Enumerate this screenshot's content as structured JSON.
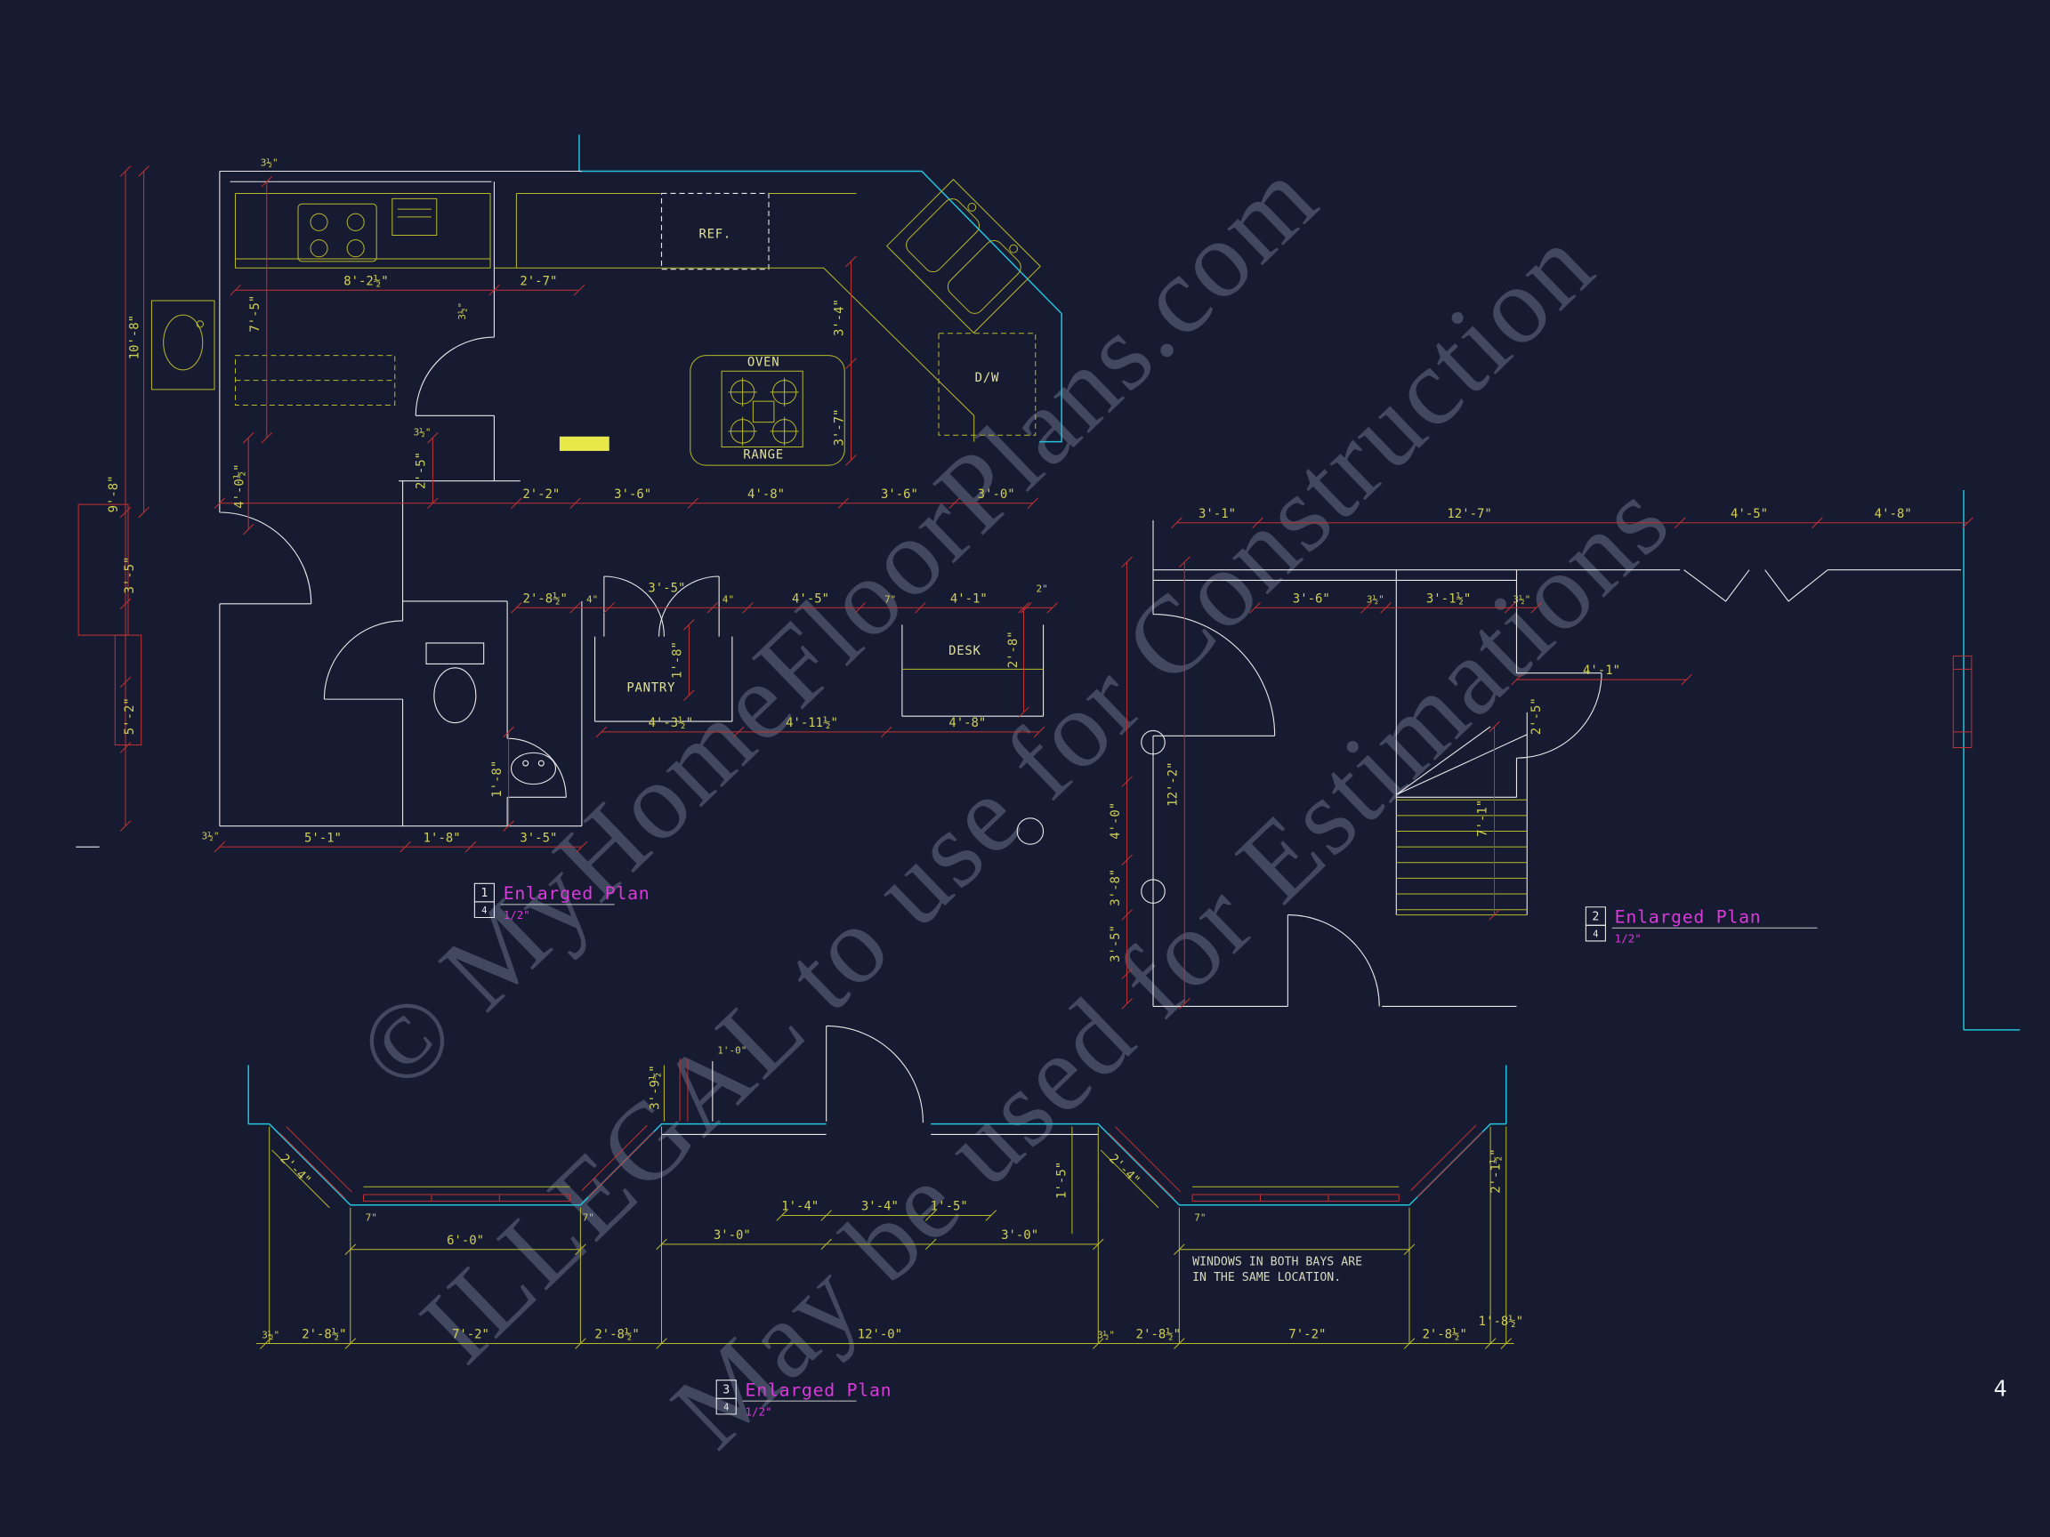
{
  "sheet": {
    "page_number": "4",
    "background": "#171b32"
  },
  "colors": {
    "walls": "#e9e9e9",
    "dimensions": "#c23232",
    "cabinetry": "#b9b92a",
    "trim": "#22c3dc",
    "plan_titles": "#d93ad9",
    "watermark": "#7c86a0"
  },
  "watermark": {
    "lines": [
      "© MyHomeFloorPlans.com",
      "ILLEGAL to use for Construction",
      "May be used for Estimations"
    ]
  },
  "plans": [
    {
      "number": "1",
      "sheet": "4",
      "title": "Enlarged Plan",
      "scale": "1/2\""
    },
    {
      "number": "2",
      "sheet": "4",
      "title": "Enlarged Plan",
      "scale": "1/2\""
    },
    {
      "number": "3",
      "sheet": "4",
      "title": "Enlarged Plan",
      "scale": "1/2\""
    }
  ],
  "plan1": {
    "labels": {
      "ref": "REF.",
      "oven": "OVEN",
      "range": "RANGE",
      "dw": "D/W",
      "pantry": "PANTRY",
      "desk": "DESK"
    },
    "dims": [
      "8'-2½\"",
      "2'-7\"",
      "10'-8\"",
      "7'-5\"",
      "3'-4\"",
      "3'-7\"",
      "9'-8\"",
      "4'-0½\"",
      "2'-5\"",
      "3'-5\"",
      "5'-2\"",
      "2'-2\"",
      "3'-6\"",
      "4'-8\"",
      "3'-6\"",
      "3'-0\"",
      "2'-8½\"",
      "3'-5\"",
      "4'-5\"",
      "4'-1\"",
      "2'-8\"",
      "1'-8\"",
      "4'-3½\"",
      "4'-11½\"",
      "4'-8\"",
      "1'-8\"",
      "5'-1\"",
      "1'-8\"",
      "3'-5\"",
      "3½\"",
      "3½\"",
      "4\"",
      "4\"",
      "7\"",
      "2\"",
      "3½\"",
      "3½\""
    ]
  },
  "plan2": {
    "dims": [
      "3'-1\"",
      "12'-7\"",
      "4'-5\"",
      "4'-8\"",
      "3'-6\"",
      "3'-1½\"",
      "3½\"",
      "3½\"",
      "4'-1\"",
      "2'-5\"",
      "7'-1\"",
      "4'-0\"",
      "12'-2\"",
      "3'-8\"",
      "3'-5\""
    ]
  },
  "plan3": {
    "note": [
      "WINDOWS IN BOTH BAYS ARE",
      "IN THE SAME LOCATION."
    ],
    "dims": [
      "2'-4\"",
      "7\"",
      "6'-0\"",
      "7\"",
      "3'-0\"",
      "1'-4\"",
      "3'-4\"",
      "1'-5\"",
      "3'-0\"",
      "1'-5\"",
      "2'-4\"",
      "7\"",
      "2'-1½\"",
      "3½\"",
      "2'-8½\"",
      "7'-2\"",
      "2'-8½\"",
      "12'-0\"",
      "3½\"",
      "2'-8½\"",
      "7'-2\"",
      "2'-8½\"",
      "1'-8½\"",
      "3'-9½\"",
      "1'-0\""
    ]
  }
}
